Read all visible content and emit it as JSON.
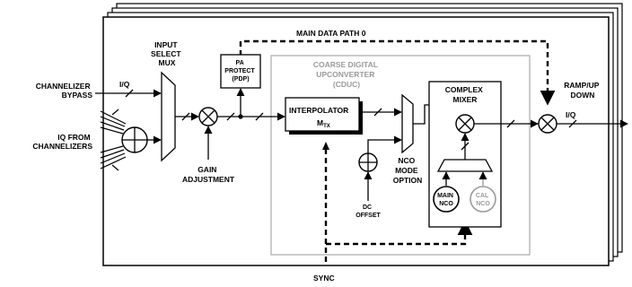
{
  "labels": {
    "main_data_path": "MAIN DATA PATH 0",
    "input_select_mux": [
      "INPUT",
      "SELECT",
      "MUX"
    ],
    "channelizer_bypass": [
      "CHANNELIZER",
      "BYPASS"
    ],
    "iq_bypass": "I/Q",
    "iq_from_channelizers": [
      "IQ FROM",
      "CHANNELIZERS"
    ],
    "gain_adjustment": [
      "GAIN",
      "ADJUSTMENT"
    ],
    "pa_protect": [
      "PA",
      "PROTECT",
      "(PDP)"
    ],
    "cduc": [
      "COARSE DIGITAL",
      "UPCONVERTER",
      "(CDUC)"
    ],
    "interpolator": "INTERPOLATOR",
    "m_tx_main": "M",
    "m_tx_sub": "TX",
    "dc_offset": [
      "DC",
      "OFFSET"
    ],
    "nco_mode_option": [
      "NCO",
      "MODE",
      "OPTION"
    ],
    "complex_mixer": [
      "COMPLEX",
      "MIXER"
    ],
    "main_nco": [
      "MAIN",
      "NCO"
    ],
    "cal_nco": [
      "CAL",
      "NCO"
    ],
    "ramp_up_down": [
      "RAMP/UP",
      "DOWN"
    ],
    "iq_out": "I/Q",
    "sync": "SYNC"
  }
}
